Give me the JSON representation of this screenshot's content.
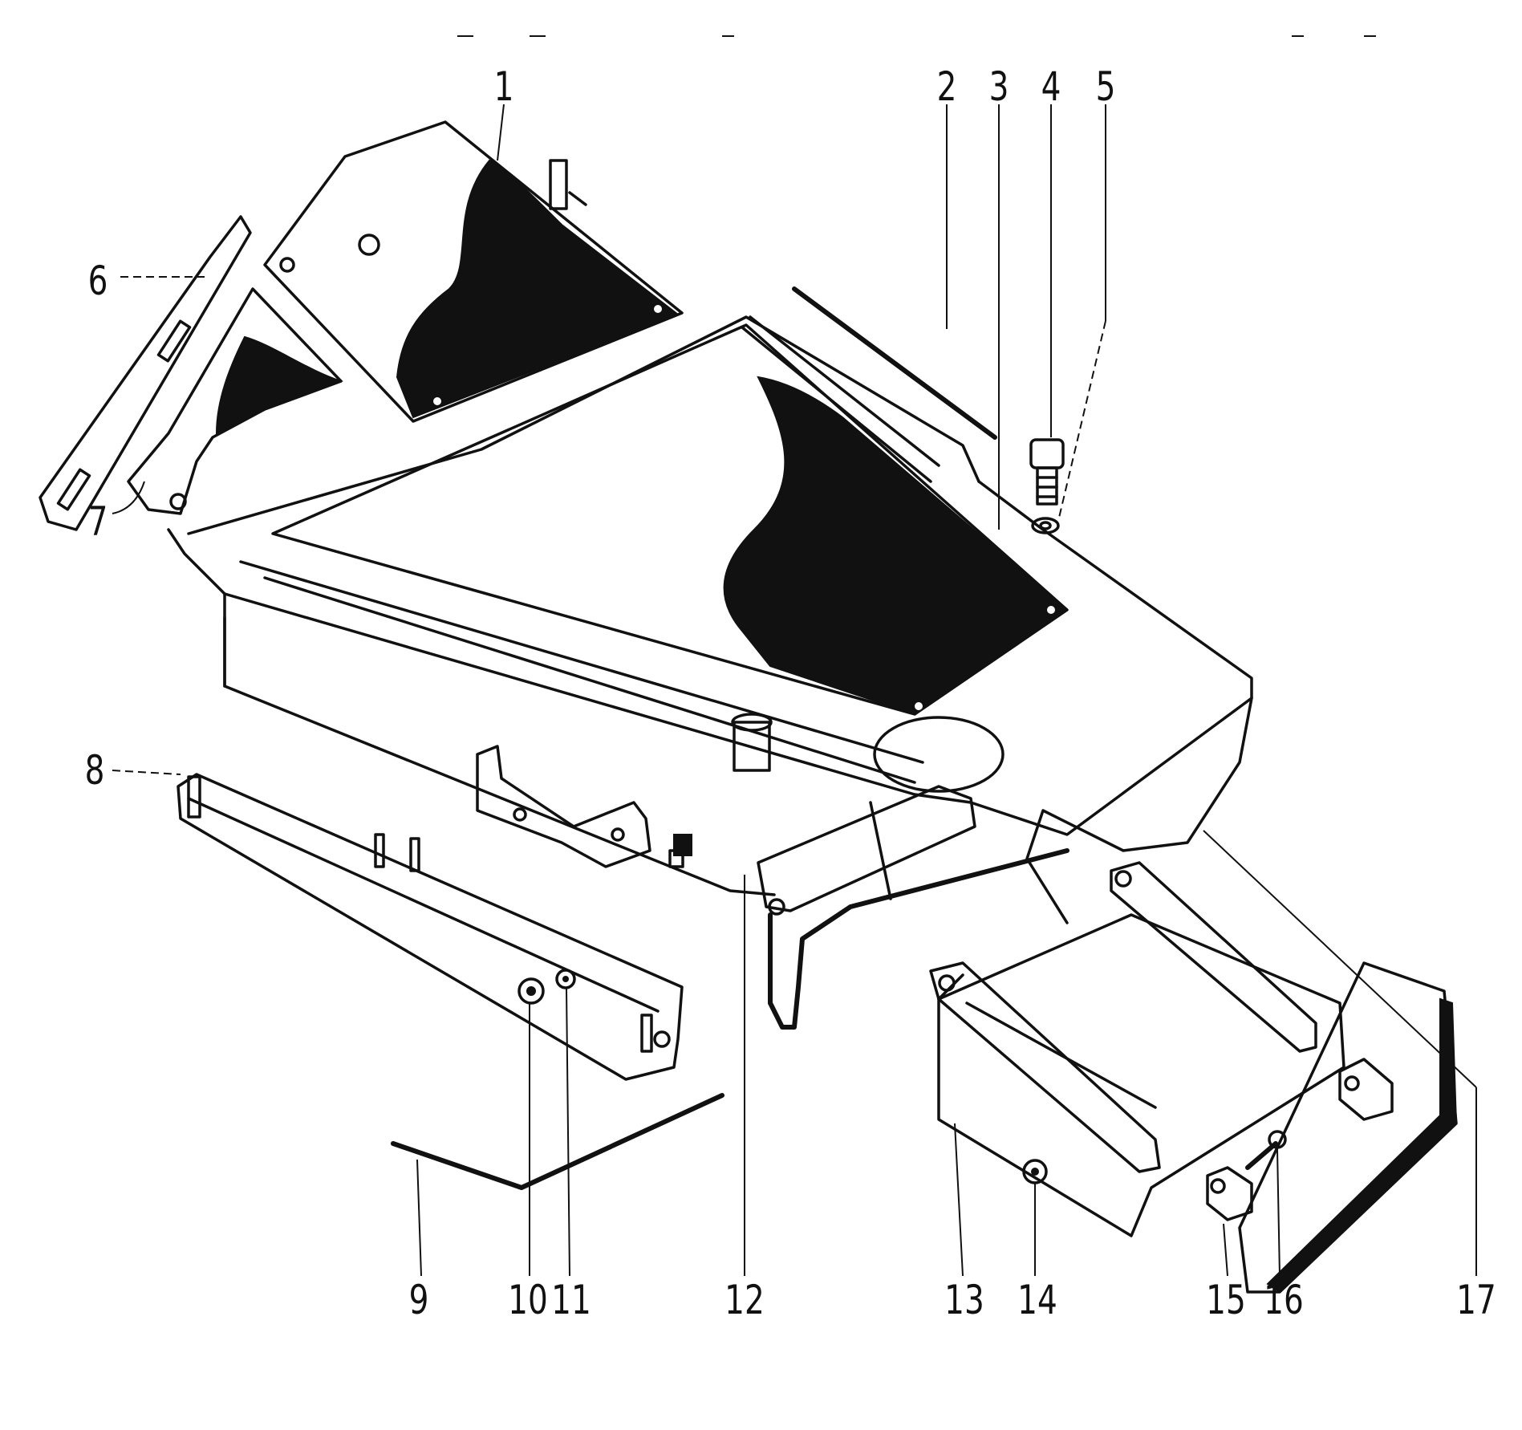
{
  "figure": {
    "labels": [
      {
        "id": "p1",
        "text": "1"
      },
      {
        "id": "p2",
        "text": "2"
      },
      {
        "id": "p3",
        "text": "3"
      },
      {
        "id": "p4",
        "text": "4"
      },
      {
        "id": "p5",
        "text": "5"
      },
      {
        "id": "p6",
        "text": "6"
      },
      {
        "id": "p7",
        "text": "7"
      },
      {
        "id": "p8",
        "text": "8"
      },
      {
        "id": "p9",
        "text": "9"
      },
      {
        "id": "p10",
        "text": "10"
      },
      {
        "id": "p11",
        "text": "11"
      },
      {
        "id": "p12",
        "text": "12"
      },
      {
        "id": "p13",
        "text": "13"
      },
      {
        "id": "p14",
        "text": "14"
      },
      {
        "id": "p15",
        "text": "15"
      },
      {
        "id": "p16",
        "text": "16"
      },
      {
        "id": "p17",
        "text": "17"
      }
    ]
  }
}
